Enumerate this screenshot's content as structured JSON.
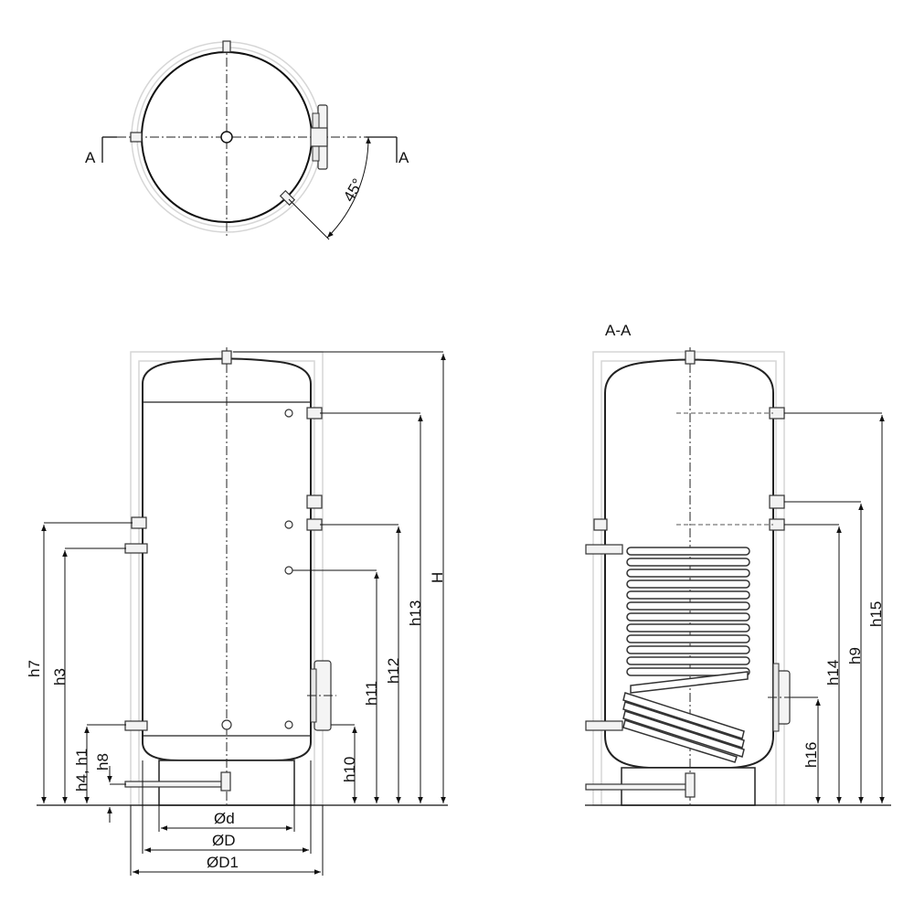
{
  "section_marks": {
    "left": "A",
    "right": "A",
    "title": "A-A"
  },
  "angle_label": "45°",
  "front_view": {
    "height_labels": [
      "h7",
      "h3",
      "h4, h1",
      "h8",
      "h10",
      "h11",
      "h12",
      "h13",
      "H"
    ],
    "diameter_labels": [
      "Ød",
      "ØD",
      "ØD1"
    ]
  },
  "section_view": {
    "height_labels": [
      "h16",
      "h14",
      "h9",
      "h15"
    ]
  }
}
